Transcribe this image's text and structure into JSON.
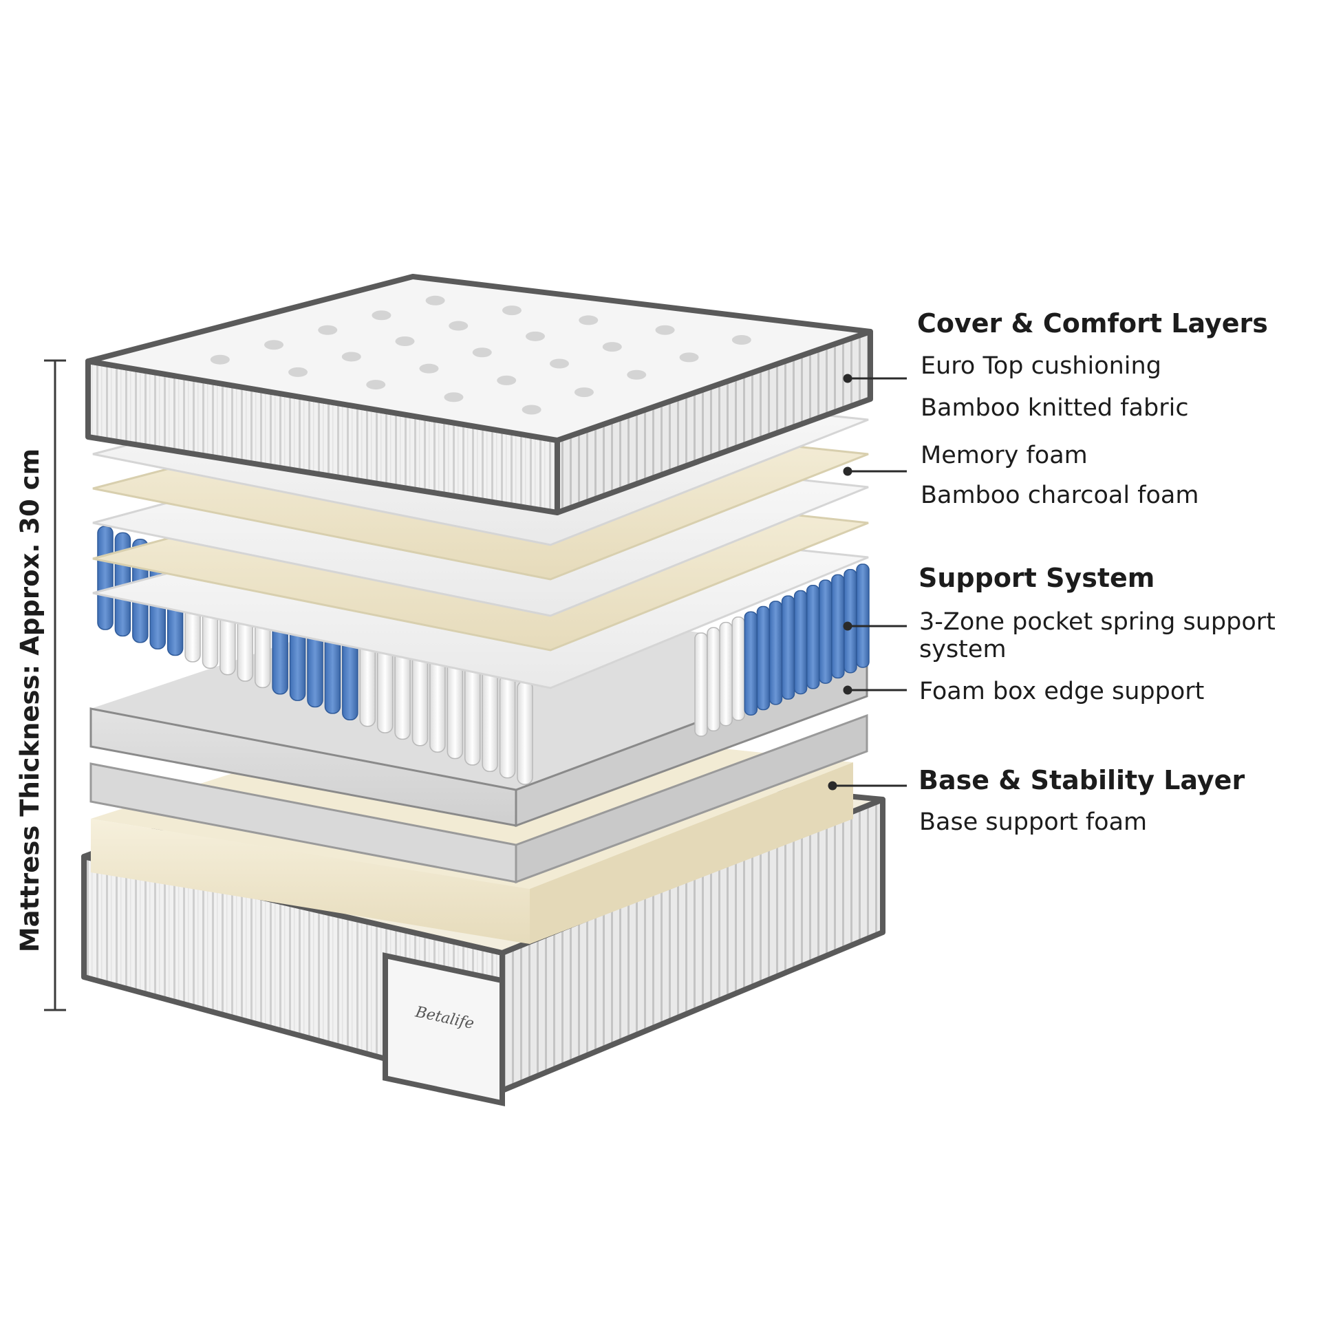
{
  "thickness_label": "Mattress Thickness: Approx. 30 cm",
  "brand_logo_text": "Betalife",
  "sections": [
    {
      "heading": "Cover & Comfort Layers",
      "items": [
        "Euro Top cushioning",
        "Bamboo knitted fabric",
        "Memory foam",
        "Bamboo charcoal foam"
      ]
    },
    {
      "heading": "Support System",
      "items": [
        "3-Zone pocket spring support system",
        "Foam box edge support"
      ]
    },
    {
      "heading": "Base & Stability Layer",
      "items": [
        "Base support foam"
      ]
    }
  ],
  "colors": {
    "text": "#1c1c1c",
    "blue_spring": "#4d7ec4",
    "white_spring": "#f2f2f2",
    "foam_cream": "#ede4c8",
    "foam_white": "#f4f4f4",
    "piping": "#5a5a5a",
    "edge_grey": "#d7d7d7"
  }
}
